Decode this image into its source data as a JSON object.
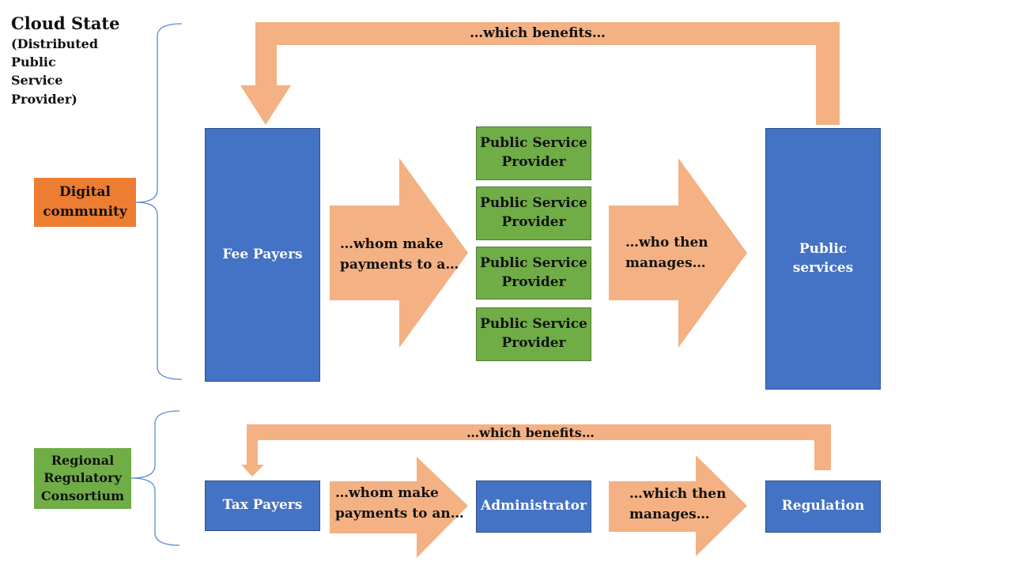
{
  "title": "Cloud State",
  "subtitle": "(Distributed\nPublic\nService\nProvider)",
  "colors": {
    "blue": "#4472c4",
    "green": "#70ad47",
    "orange": "#ed7d31",
    "arrow": "#f4b183",
    "bracket": "#5b8bd0"
  },
  "cloud_section": {
    "group_label": "Digital\ncommunity",
    "fee_payers": "Fee Payers",
    "arrow1_text": "…whom make\npayments to a…",
    "providers": [
      "Public Service\nProvider",
      "Public Service\nProvider",
      "Public Service\nProvider",
      "Public Service\nProvider"
    ],
    "arrow2_text": "…who then\nmanages…",
    "public_services": "Public\nservices",
    "loop_text": "…which benefits…"
  },
  "regional_section": {
    "group_label": "Regional\nRegulatory\nConsortium",
    "tax_payers": "Tax Payers",
    "arrow1_text": "…whom make\npayments to an…",
    "administrator": "Administrator",
    "arrow2_text": "…which then\nmanages…",
    "regulation": "Regulation",
    "loop_text": "…which benefits…"
  }
}
